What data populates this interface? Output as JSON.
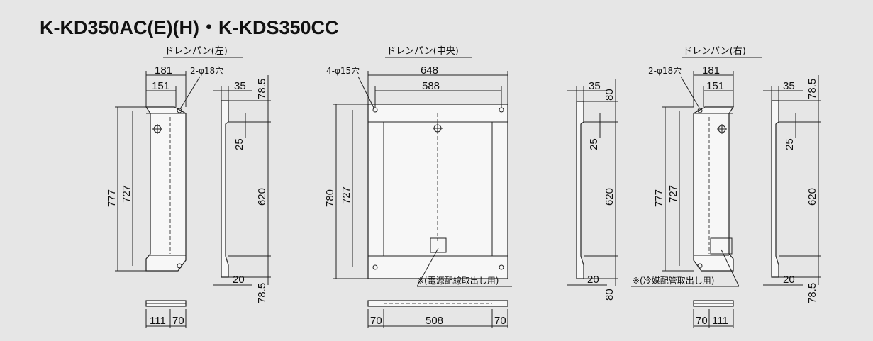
{
  "title": "K-KD350AC(E)(H)・K-KDS350CC",
  "panels": {
    "left": {
      "caption": "ドレンパン(左)"
    },
    "center": {
      "caption": "ドレンパン(中央)"
    },
    "right": {
      "caption": "ドレンパン(右)"
    }
  },
  "dims": {
    "left": {
      "w181": "181",
      "w151": "151",
      "hole": "2-φ18穴",
      "h777": "777",
      "h727": "727",
      "side35": "35",
      "side785_top": "78.5",
      "side25": "25",
      "side620": "620",
      "side20": "20",
      "side785_bot": "78.5",
      "bot111": "111",
      "bot70": "70"
    },
    "center": {
      "w648": "648",
      "w588": "588",
      "hole": "4-φ15穴",
      "h780": "780",
      "h727": "727",
      "side35": "35",
      "side80_top": "80",
      "side25": "25",
      "side620": "620",
      "side20": "20",
      "side80_bot": "80",
      "note": "※(電源配線取出し用)",
      "bot70a": "70",
      "bot508": "508",
      "bot70b": "70"
    },
    "right": {
      "hole": "2-φ18穴",
      "w181": "181",
      "w151": "151",
      "h777": "777",
      "h727": "727",
      "side35": "35",
      "side785_top": "78.5",
      "side25": "25",
      "side620": "620",
      "side20": "20",
      "side785_bot": "78.5",
      "note": "※(冷媒配管取出し用)",
      "bot70": "70",
      "bot111": "111"
    }
  }
}
